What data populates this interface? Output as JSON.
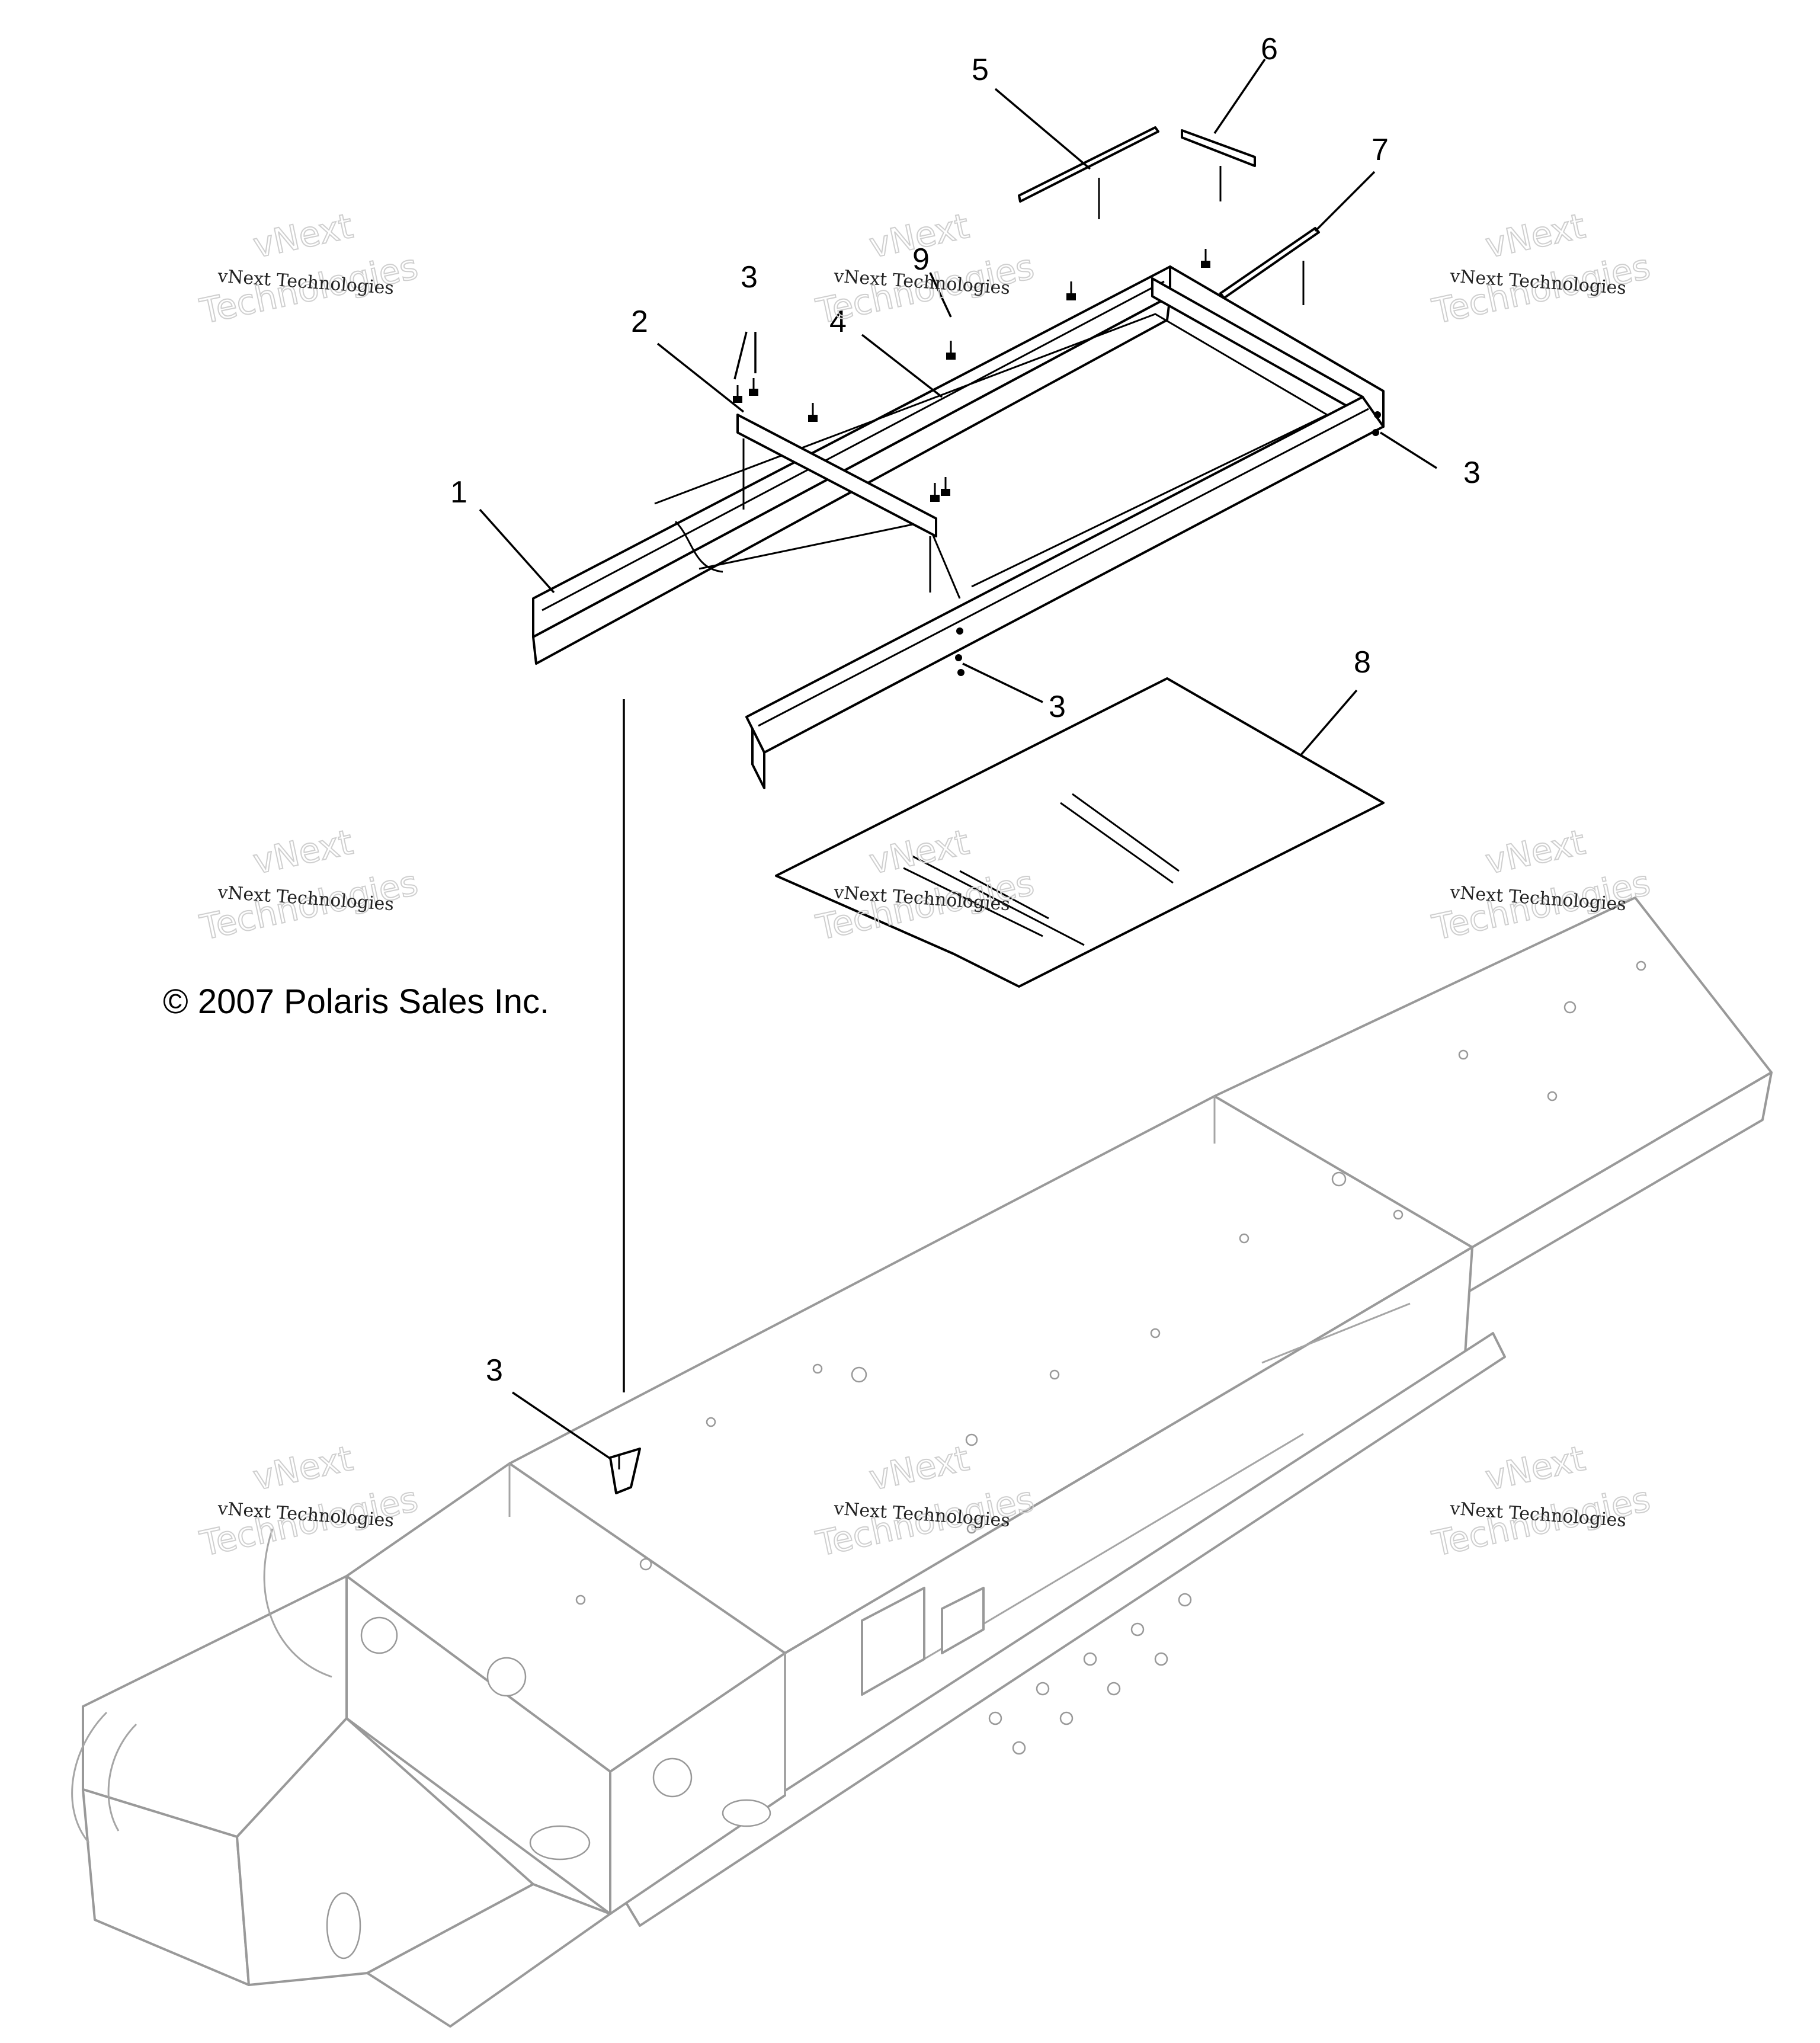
{
  "diagram": {
    "callouts": {
      "c1": "1",
      "c2": "2",
      "c3a": "3",
      "c3b": "3",
      "c3c": "3",
      "c3d": "3",
      "c4": "4",
      "c5": "5",
      "c6": "6",
      "c7": "7",
      "c8": "8",
      "c9": "9"
    },
    "copyright": "© 2007 Polaris Sales Inc.",
    "watermark": {
      "small": "vNext Technologies",
      "big_top": "vNext",
      "big_bottom": "Technologies"
    }
  }
}
